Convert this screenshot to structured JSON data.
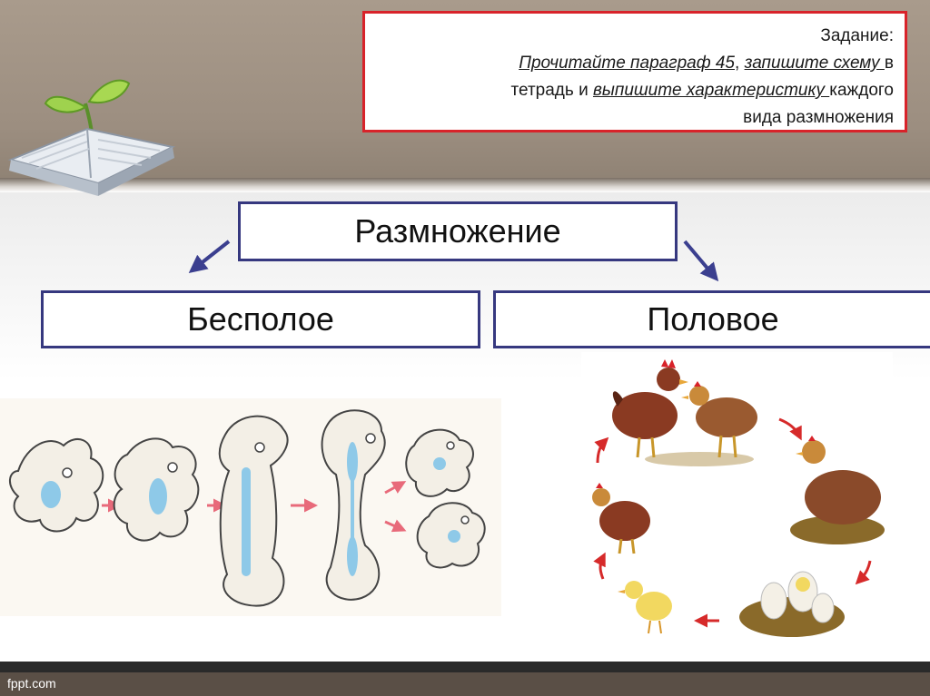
{
  "task": {
    "heading": "Задание:",
    "link1": "Прочитайте параграф 45",
    "sep1": ", ",
    "link2": "запишите схему ",
    "text2": "в",
    "text3": "тетрадь и ",
    "link3": "выпишите характеристику ",
    "text4": "каждого",
    "text5": "вида размножения"
  },
  "diagram": {
    "root": "Размножение",
    "left": "Бесполое",
    "right": "Половое"
  },
  "footer": {
    "site": "fppt.com"
  },
  "colors": {
    "node_border": "#36387f",
    "task_border": "#d8232a",
    "arrow": "#3b3f8f",
    "cycle_arrow": "#d62a2a",
    "division_arrow": "#e86a7a"
  },
  "images": {
    "header_icon": "open-book-with-sprout-icon",
    "left_illustration": "amoeba-binary-fission",
    "right_illustration": "chicken-life-cycle"
  }
}
